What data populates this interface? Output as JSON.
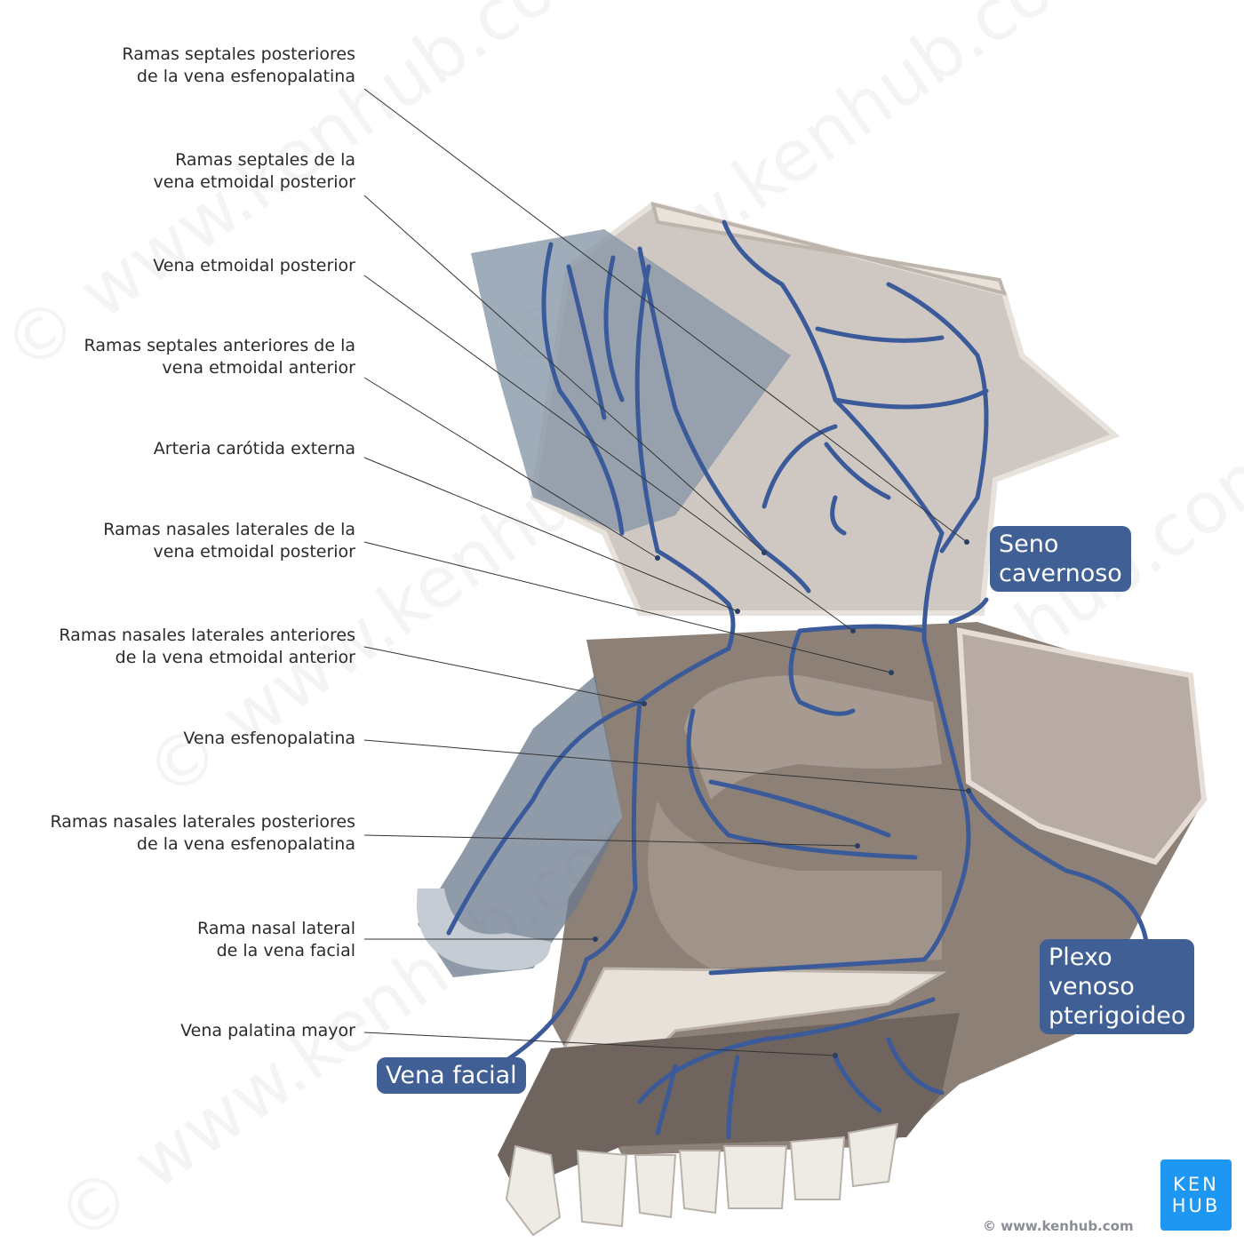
{
  "labels": [
    {
      "lines": [
        "Ramas septales posteriores",
        "de la vena esfenopalatina"
      ]
    },
    {
      "lines": [
        "Ramas septales de la",
        "vena etmoidal posterior"
      ]
    },
    {
      "lines": [
        "Vena etmoidal posterior"
      ]
    },
    {
      "lines": [
        "Ramas septales anteriores de la",
        "vena etmoidal anterior"
      ]
    },
    {
      "lines": [
        "Arteria carótida externa"
      ]
    },
    {
      "lines": [
        "Ramas nasales laterales de la",
        "vena etmoidal posterior"
      ]
    },
    {
      "lines": [
        "Ramas nasales laterales anteriores",
        "de la vena etmoidal anterior"
      ]
    },
    {
      "lines": [
        "Vena esfenopalatina"
      ]
    },
    {
      "lines": [
        "Ramas nasales laterales posteriores",
        "de la vena esfenopalatina"
      ]
    },
    {
      "lines": [
        "Rama nasal lateral",
        "de la vena facial"
      ]
    },
    {
      "lines": [
        "Vena palatina mayor"
      ]
    }
  ],
  "boxes": {
    "seno": [
      "Seno",
      "cavernoso"
    ],
    "plexo": [
      "Plexo",
      "venoso",
      "pterigoideo"
    ],
    "facial": [
      "Vena facial"
    ]
  },
  "watermark": "© www.kenhub.com",
  "logo": [
    "KEN",
    "HUB"
  ],
  "copyright": "© www.kenhub.com",
  "colors": {
    "vein": "#3b5a9a",
    "box": "#3f5f95",
    "logo": "#1e97f3",
    "bone": "#cfc8c2"
  }
}
